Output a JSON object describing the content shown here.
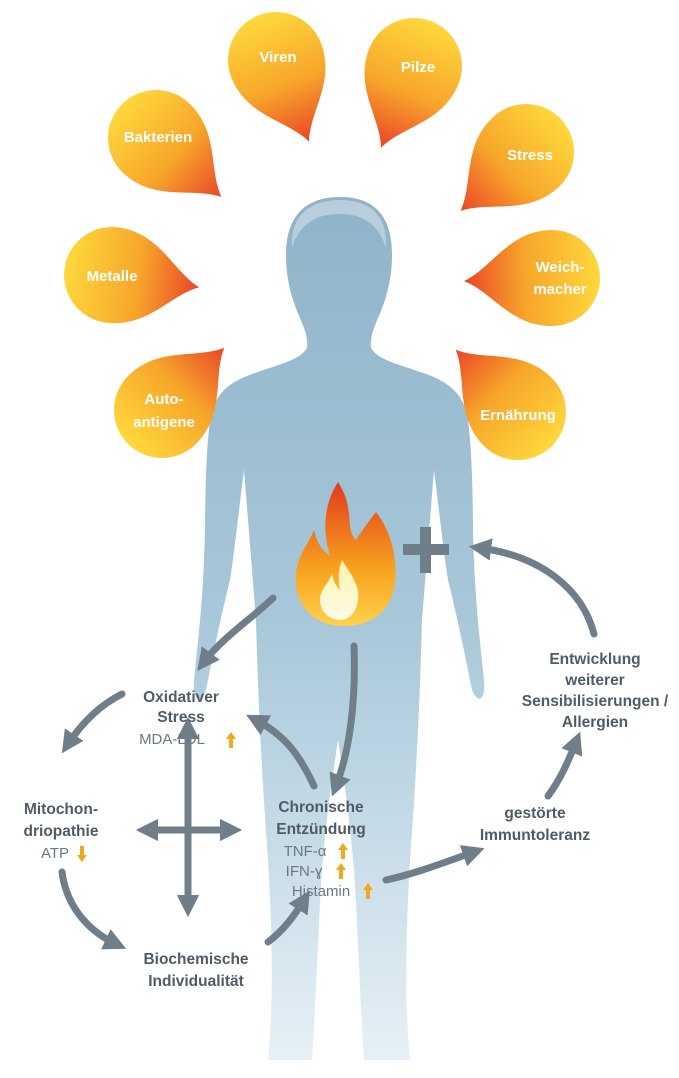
{
  "colors": {
    "drop_top": "#ffd33a",
    "drop_bottom": "#ec4a2a",
    "body_fill": "#9fbfd2",
    "arrow": "#6f7e88",
    "text": "#4f5b66",
    "trend_arrow": "#f0a81c"
  },
  "factors": {
    "viren": "Viren",
    "pilze": "Pilze",
    "bakterien": "Bakterien",
    "stress": "Stress",
    "metalle": "Metalle",
    "weichmacher_1": "Weich-",
    "weichmacher_2": "macher",
    "autoantigene_1": "Auto-",
    "autoantigene_2": "antigene",
    "ernaehrung": "Ernährung"
  },
  "nodes": {
    "oxidativer_stress_1": "Oxidativer",
    "oxidativer_stress_2": "Stress",
    "oxidativer_stress_marker": "MDA-LDL",
    "mito_1": "Mitochon-",
    "mito_2": "driopathie",
    "mito_marker": "ATP",
    "chronische_1": "Chronische",
    "chronische_2": "Entzündung",
    "tnf": "TNF-α",
    "ifn": "IFN-ɣ",
    "histamin": "Histamin",
    "biochem_1": "Biochemische",
    "biochem_2": "Individualität",
    "immuno_1": "gestörte",
    "immuno_2": "Immuntoleranz",
    "entw_1": "Entwicklung",
    "entw_2": "weiterer",
    "entw_3": "Sensibilisierungen /",
    "entw_4": "Allergien"
  },
  "icons": {
    "flame": "flame-icon",
    "plus": "plus-icon",
    "up_arrow": "arrow-up-icon",
    "down_arrow": "arrow-down-icon"
  }
}
